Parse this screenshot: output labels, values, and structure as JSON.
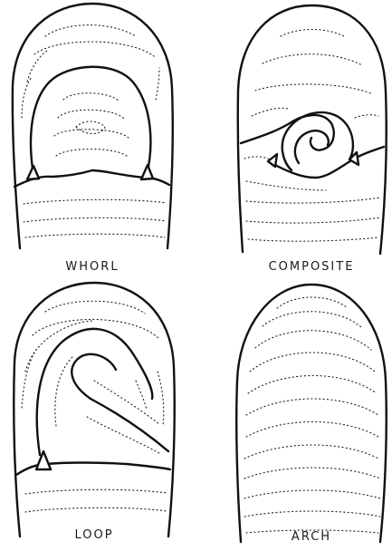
{
  "figure": {
    "panels": [
      {
        "id": "whorl",
        "label": "WHORL"
      },
      {
        "id": "composite",
        "label": "COMPOSITE"
      },
      {
        "id": "loop",
        "label": "LOOP"
      },
      {
        "id": "arch",
        "label": "ARCH"
      }
    ]
  }
}
